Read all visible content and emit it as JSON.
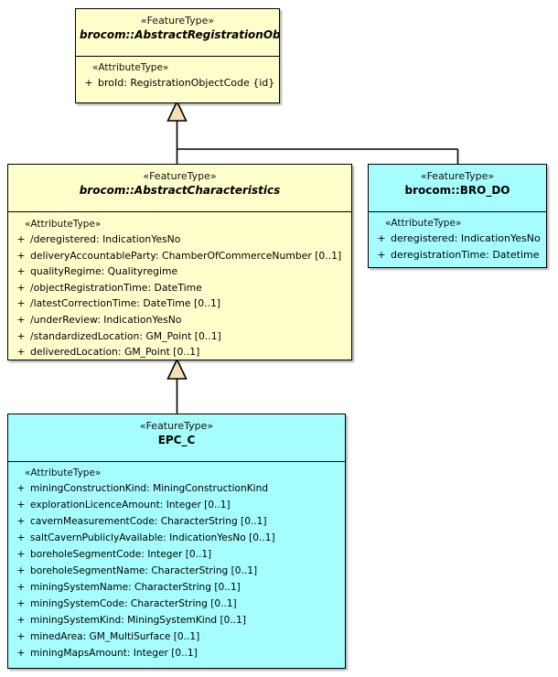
{
  "diagram": {
    "type": "uml-class-diagram",
    "background": "#ffffff",
    "colors": {
      "abstract_fill": "#ffffcc",
      "concrete_fill": "#a5fdfd",
      "border": "#000000",
      "arrow_fill": "#f5deb3",
      "text": "#000000"
    },
    "relationship_label": "generalization"
  },
  "classes": {
    "abstract_registration_object": {
      "stereotype": "«FeatureType»",
      "name": "brocom::AbstractRegistrationObject",
      "abstract": true,
      "fill": "#ffffcc",
      "compartment_stereotype": "«AttributeType»",
      "attributes": [
        {
          "visibility": "+",
          "text": "broId: RegistrationObjectCode {id}"
        }
      ]
    },
    "abstract_characteristics": {
      "stereotype": "«FeatureType»",
      "name": "brocom::AbstractCharacteristics",
      "abstract": true,
      "fill": "#ffffcc",
      "compartment_stereotype": "«AttributeType»",
      "attributes": [
        {
          "visibility": "+",
          "text": "/deregistered: IndicationYesNo"
        },
        {
          "visibility": "+",
          "text": "deliveryAccountableParty: ChamberOfCommerceNumber [0..1]"
        },
        {
          "visibility": "+",
          "text": "qualityRegime: Qualityregime"
        },
        {
          "visibility": "+",
          "text": "/objectRegistrationTime: DateTime"
        },
        {
          "visibility": "+",
          "text": "/latestCorrectionTime: DateTime [0..1]"
        },
        {
          "visibility": "+",
          "text": "/underReview: IndicationYesNo"
        },
        {
          "visibility": "+",
          "text": "/standardizedLocation: GM_Point [0..1]"
        },
        {
          "visibility": "+",
          "text": "deliveredLocation: GM_Point [0..1]"
        }
      ]
    },
    "bro_do": {
      "stereotype": "«FeatureType»",
      "name": "brocom::BRO_DO",
      "abstract": false,
      "fill": "#a5fdfd",
      "compartment_stereotype": "«AttributeType»",
      "attributes": [
        {
          "visibility": "+",
          "text": "deregistered: IndicationYesNo"
        },
        {
          "visibility": "+",
          "text": "deregistrationTime: Datetime"
        }
      ]
    },
    "epc_c": {
      "stereotype": "«FeatureType»",
      "name": "EPC_C",
      "abstract": false,
      "fill": "#a5fdfd",
      "compartment_stereotype": "«AttributeType»",
      "attributes": [
        {
          "visibility": "+",
          "text": "miningConstructionKind: MiningConstructionKind"
        },
        {
          "visibility": "+",
          "text": "explorationLicenceAmount: Integer [0..1]"
        },
        {
          "visibility": "+",
          "text": "cavernMeasurementCode: CharacterString [0..1]"
        },
        {
          "visibility": "+",
          "text": "saltCavernPubliclyAvailable: IndicationYesNo [0..1]"
        },
        {
          "visibility": "+",
          "text": "boreholeSegmentCode: Integer [0..1]"
        },
        {
          "visibility": "+",
          "text": "boreholeSegmentName: CharacterString [0..1]"
        },
        {
          "visibility": "+",
          "text": "miningSystemName: CharacterString [0..1]"
        },
        {
          "visibility": "+",
          "text": "miningSystemCode: CharacterString [0..1]"
        },
        {
          "visibility": "+",
          "text": "miningSystemKind: MiningSystemKind [0..1]"
        },
        {
          "visibility": "+",
          "text": "minedArea: GM_MultiSurface [0..1]"
        },
        {
          "visibility": "+",
          "text": "miningMapsAmount: Integer [0..1]"
        }
      ]
    }
  },
  "generalizations": [
    {
      "from": "abstract_characteristics",
      "to": "abstract_registration_object"
    },
    {
      "from": "bro_do",
      "to": "abstract_registration_object"
    },
    {
      "from": "epc_c",
      "to": "abstract_characteristics"
    }
  ]
}
